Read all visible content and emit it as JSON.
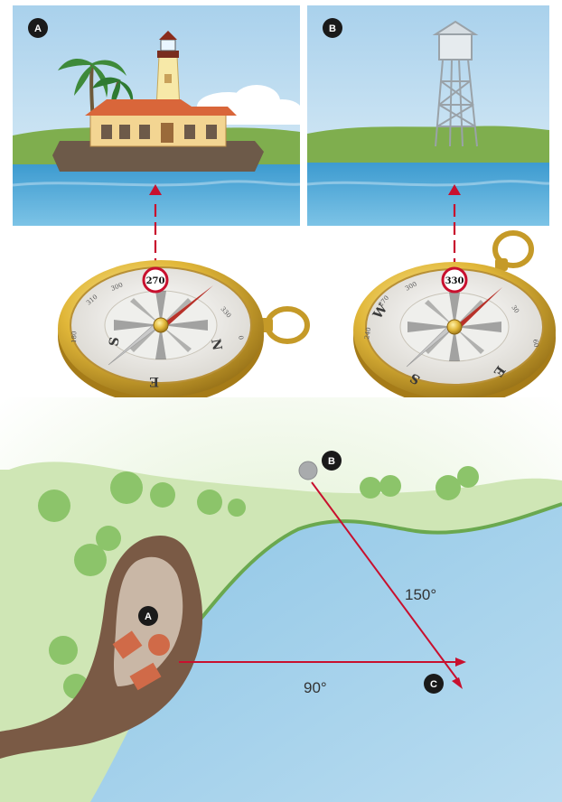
{
  "panels": {
    "left": {
      "marker": "A"
    },
    "right": {
      "marker": "B"
    }
  },
  "compasses": {
    "left": {
      "readout": "270",
      "bearing_degrees": 270,
      "cardinal_s": "S",
      "cardinal_n": "N",
      "cardinal_e": "E",
      "degree_marks": [
        "310",
        "300",
        "180",
        "330",
        "0"
      ]
    },
    "right": {
      "readout": "330",
      "bearing_degrees": 330,
      "cardinal_w": "W",
      "cardinal_e": "E",
      "cardinal_s": "S",
      "degree_marks": [
        "300",
        "270",
        "240",
        "30",
        "60"
      ]
    }
  },
  "map": {
    "marker_a": "A",
    "marker_b": "B",
    "marker_c": "C",
    "bearing_1": "150°",
    "bearing_2": "90°"
  },
  "colors": {
    "sky": "#c9e3f2",
    "water": "#4fa8d6",
    "arrow_red": "#c8102e",
    "brass": "#d9b23a",
    "land_green": "#7eb95a",
    "marker_black": "#1a1a1a"
  }
}
